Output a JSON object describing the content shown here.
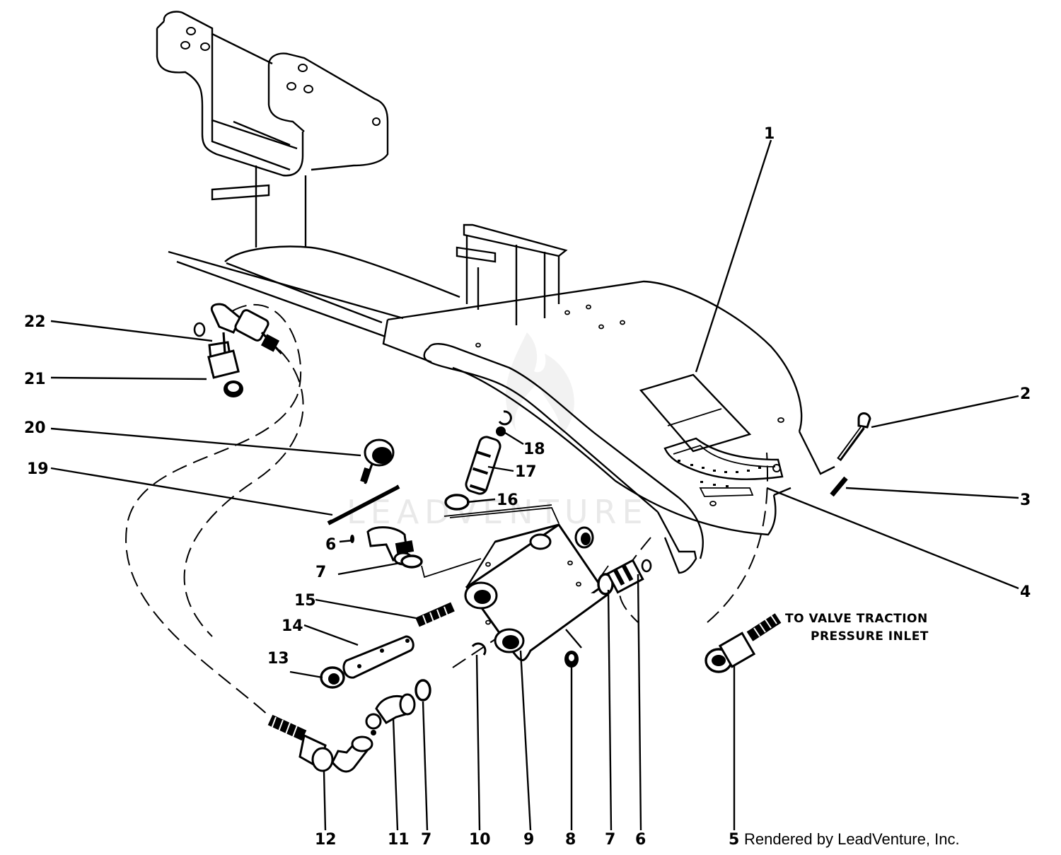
{
  "diagram": {
    "callouts": [
      {
        "id": "c1",
        "label": "1"
      },
      {
        "id": "c2",
        "label": "2"
      },
      {
        "id": "c3",
        "label": "3"
      },
      {
        "id": "c4",
        "label": "4"
      },
      {
        "id": "c5",
        "label": "5"
      },
      {
        "id": "c6a",
        "label": "6"
      },
      {
        "id": "c6b",
        "label": "6"
      },
      {
        "id": "c7a",
        "label": "7"
      },
      {
        "id": "c7b",
        "label": "7"
      },
      {
        "id": "c7c",
        "label": "7"
      },
      {
        "id": "c8",
        "label": "8"
      },
      {
        "id": "c9",
        "label": "9"
      },
      {
        "id": "c10",
        "label": "10"
      },
      {
        "id": "c11",
        "label": "11"
      },
      {
        "id": "c12",
        "label": "12"
      },
      {
        "id": "c13",
        "label": "13"
      },
      {
        "id": "c14",
        "label": "14"
      },
      {
        "id": "c15",
        "label": "15"
      },
      {
        "id": "c16",
        "label": "16"
      },
      {
        "id": "c17",
        "label": "17"
      },
      {
        "id": "c18",
        "label": "18"
      },
      {
        "id": "c19",
        "label": "19"
      },
      {
        "id": "c20",
        "label": "20"
      },
      {
        "id": "c21",
        "label": "21"
      },
      {
        "id": "c22",
        "label": "22"
      }
    ],
    "note_line1": "TO VALVE TRACTION",
    "note_line2": "PRESSURE INLET",
    "credit": "Rendered by LeadVenture, Inc.",
    "watermark": "LEADVENTURE"
  }
}
